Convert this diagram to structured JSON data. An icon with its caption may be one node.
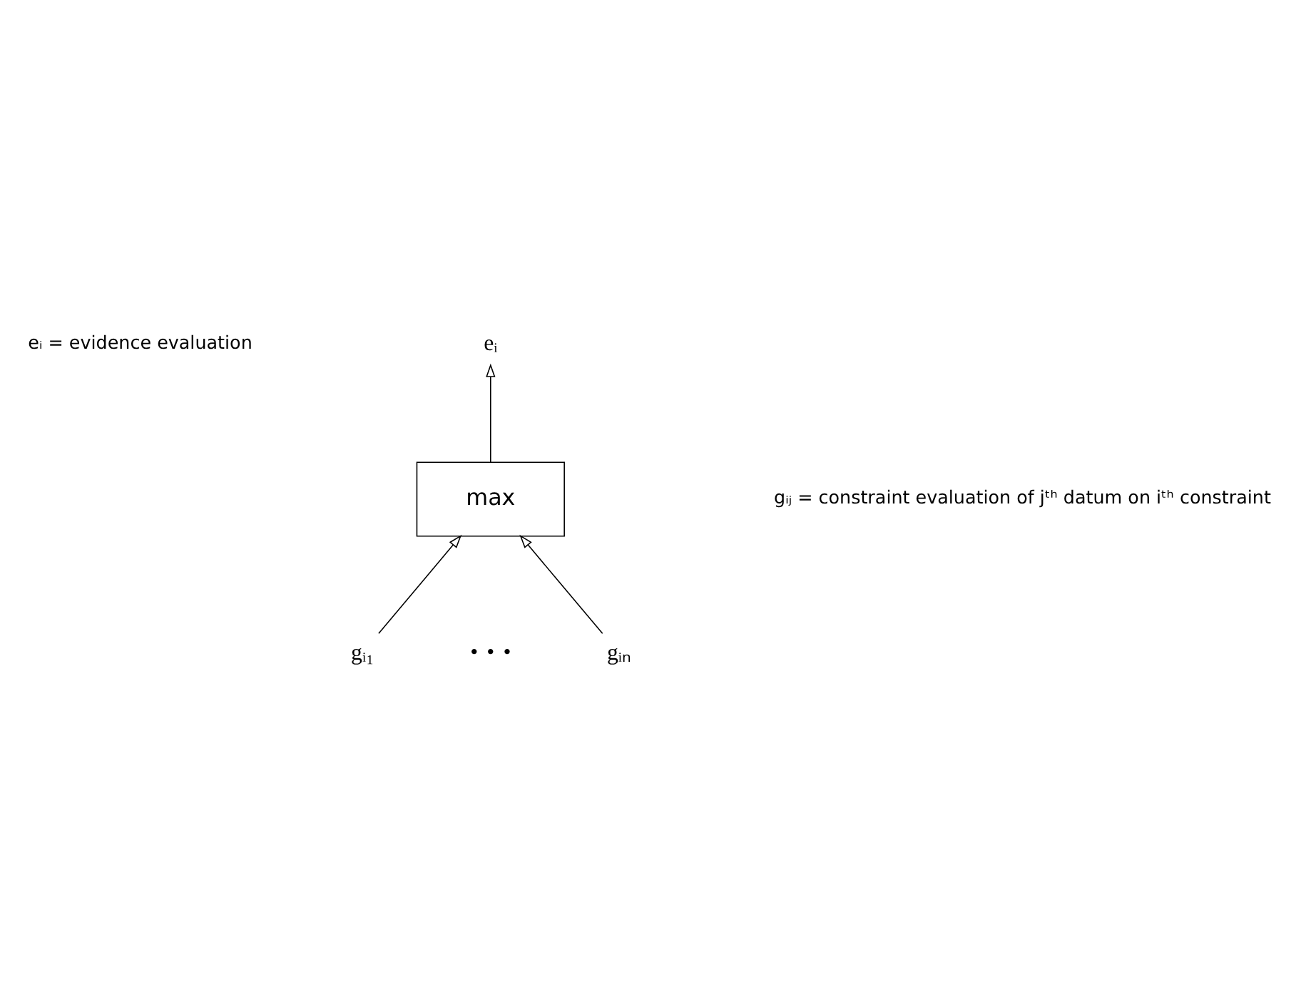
{
  "diagram": {
    "nodes": [
      {
        "text": [
          "max"
        ]
      },
      {
        "text": [
          "eᵢ"
        ]
      },
      {
        "text": [
          "gᵢ₁"
        ]
      },
      {
        "text": [
          "gᵢₙ"
        ]
      }
    ],
    "edges": [
      {
        "from": 0,
        "to": 1,
        "arrow": "to"
      },
      {
        "from": 2,
        "to": 0,
        "arrow": "to"
      },
      {
        "from": 3,
        "to": 0,
        "arrow": "to"
      }
    ],
    "labels": [
      "eᵢ = evidence evaluation",
      "gᵢⱼ = constraint evaluation of jᵗʰ datum on iᵗʰ constraint",
      "• • •"
    ]
  }
}
